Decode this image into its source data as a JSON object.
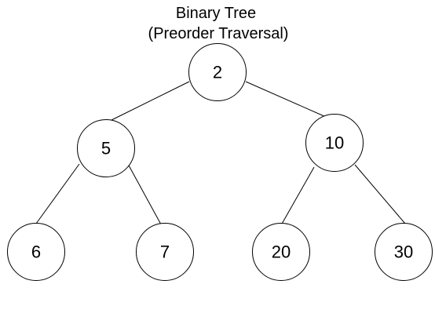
{
  "title": {
    "line1": "Binary Tree",
    "line2": "(Preorder Traversal)"
  },
  "tree": {
    "nodes": [
      {
        "id": "n2",
        "label": "2"
      },
      {
        "id": "n5",
        "label": "5"
      },
      {
        "id": "n10",
        "label": "10"
      },
      {
        "id": "n6",
        "label": "6"
      },
      {
        "id": "n7",
        "label": "7"
      },
      {
        "id": "n20",
        "label": "20"
      },
      {
        "id": "n30",
        "label": "30"
      }
    ],
    "edges": [
      {
        "from": "n2",
        "to": "n5"
      },
      {
        "from": "n2",
        "to": "n10"
      },
      {
        "from": "n5",
        "to": "n6"
      },
      {
        "from": "n5",
        "to": "n7"
      },
      {
        "from": "n10",
        "to": "n20"
      },
      {
        "from": "n10",
        "to": "n30"
      }
    ]
  },
  "colors": {
    "stroke": "#000000",
    "fill": "#ffffff",
    "text": "#000000"
  }
}
